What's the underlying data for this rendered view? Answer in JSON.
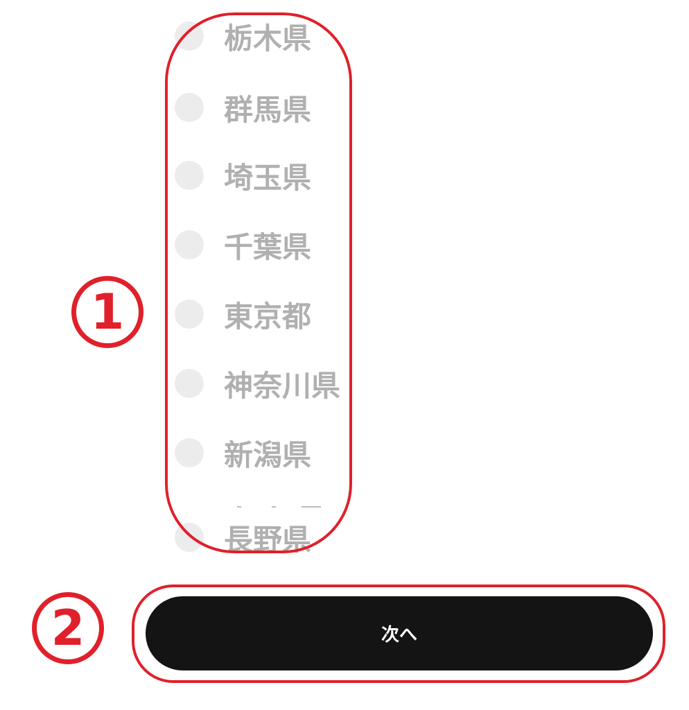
{
  "prefectures": [
    {
      "label": "栃木県"
    },
    {
      "label": "群馬県"
    },
    {
      "label": "埼玉県"
    },
    {
      "label": "千葉県"
    },
    {
      "label": "東京都"
    },
    {
      "label": "神奈川県"
    },
    {
      "label": "新潟県"
    },
    {
      "label": "長野県"
    }
  ],
  "next_button": {
    "label": "次へ"
  },
  "annotations": {
    "marker_1": "1",
    "marker_2": "2",
    "color": "#e0202a"
  },
  "colors": {
    "button": "#141414",
    "label": "#b0b0b0",
    "radio": "#ececec"
  }
}
